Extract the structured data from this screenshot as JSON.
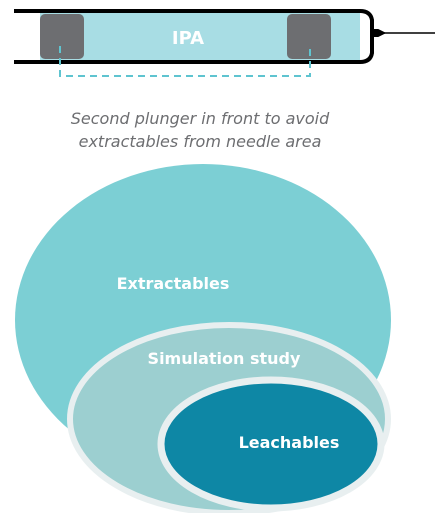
{
  "syringe": {
    "label": "IPA",
    "colors": {
      "barrel_fill": "#a8dde4",
      "plunger": "#6d6e71",
      "outline": "#000000",
      "dashed_line": "#5fc4d0"
    }
  },
  "caption": {
    "line1": "Second plunger in front to avoid",
    "line2": "extractables from needle area"
  },
  "venn": {
    "outer": {
      "label": "Extractables",
      "color": "#7ccfd4"
    },
    "middle": {
      "label": "Simulation study",
      "color": "#9ccfd0"
    },
    "inner": {
      "label": "Leachables",
      "color": "#0e87a5"
    },
    "ring_color": "#e8eff0"
  }
}
